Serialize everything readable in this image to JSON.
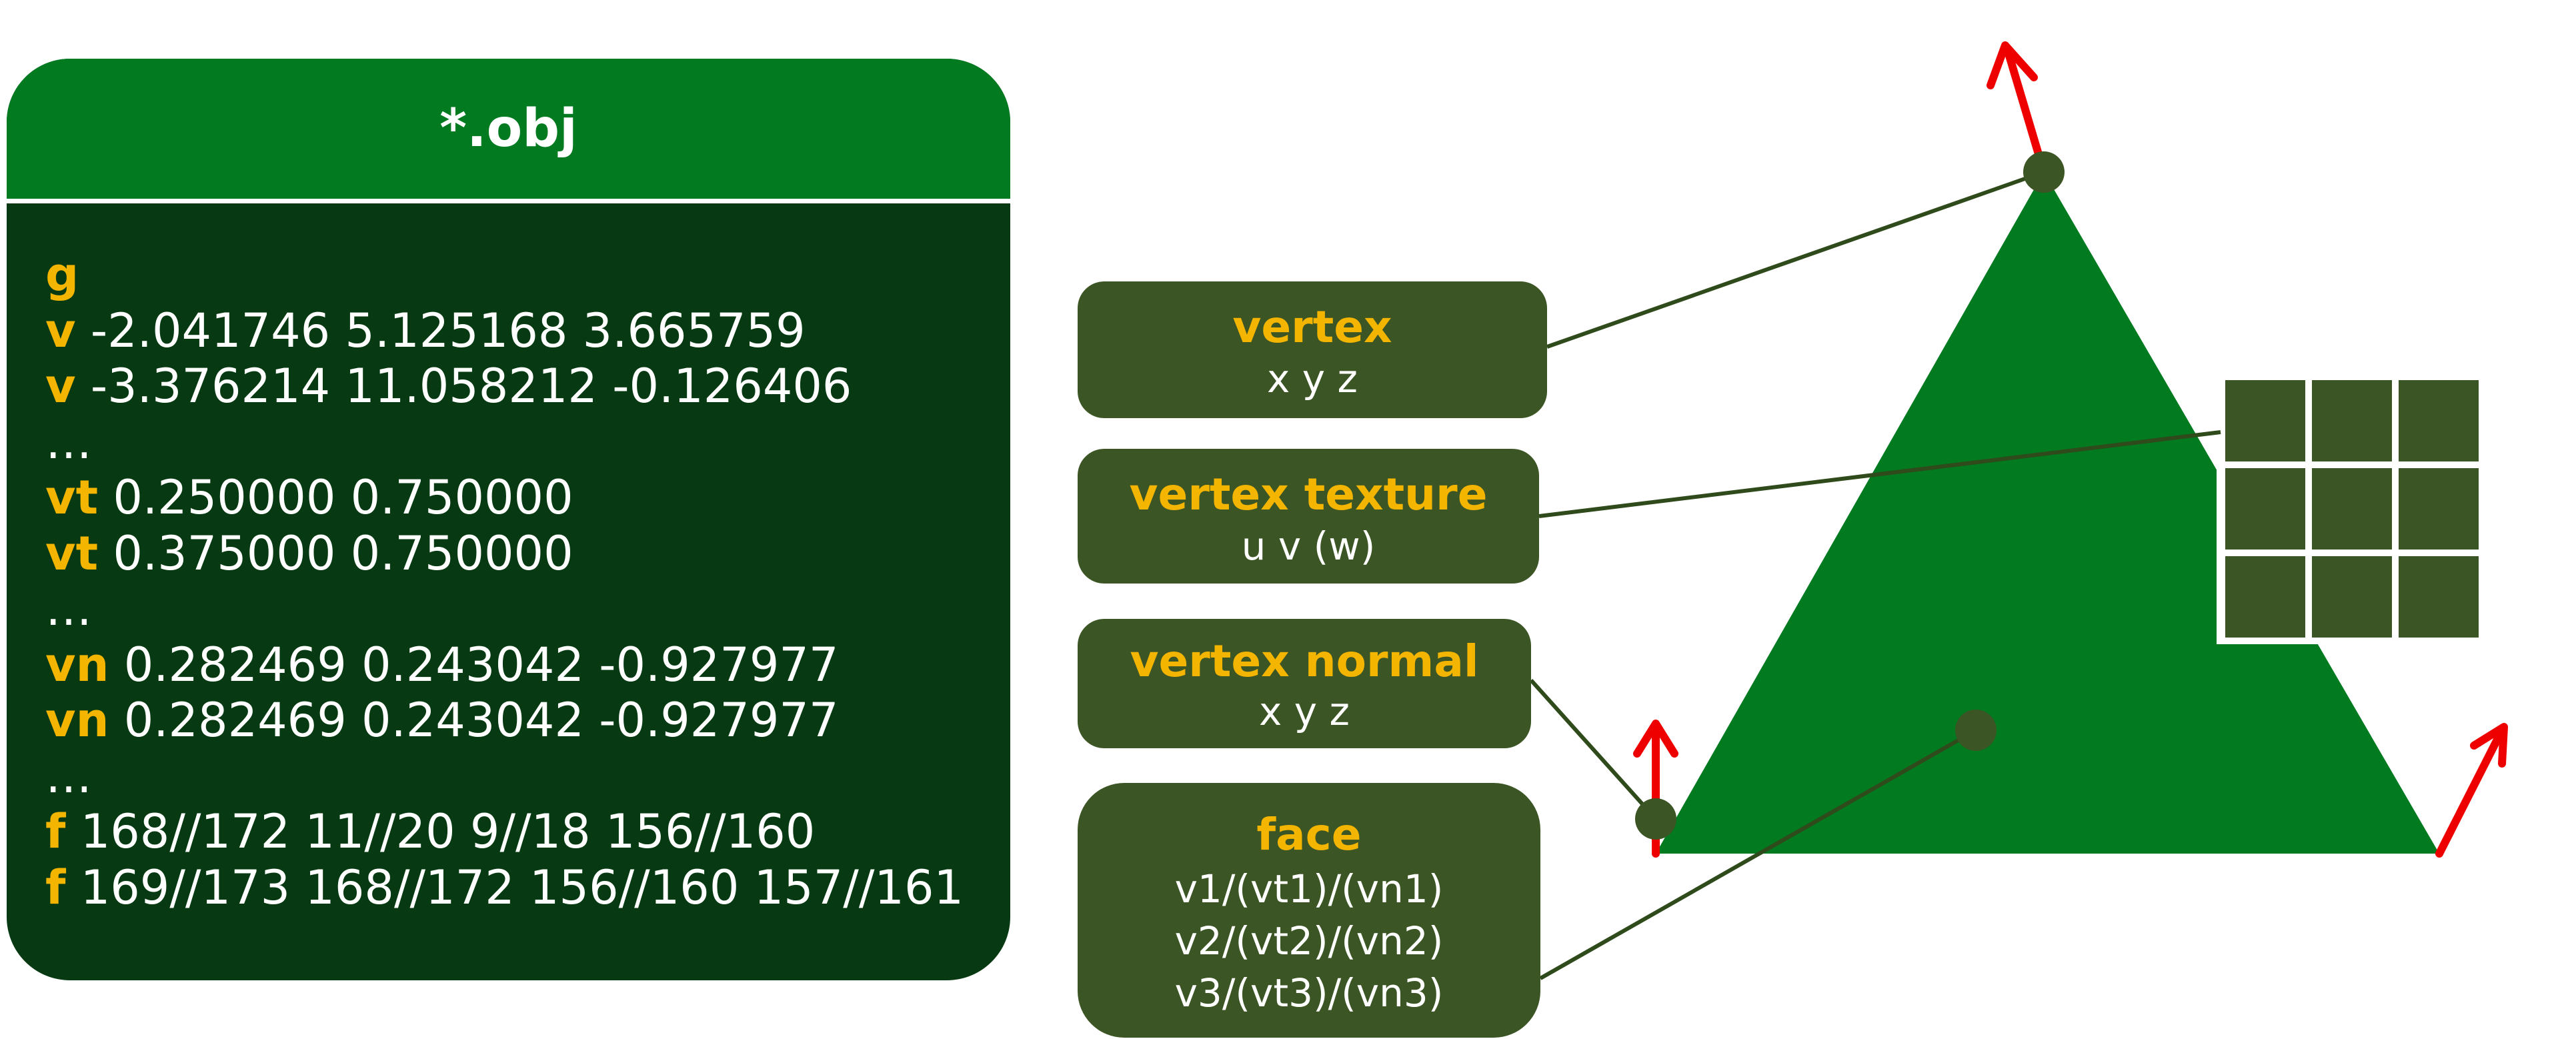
{
  "obj_file": {
    "title": "*.obj",
    "lines": [
      {
        "key": "g",
        "value": ""
      },
      {
        "key": "v",
        "value": " -2.041746 5.125168 3.665759"
      },
      {
        "key": "v",
        "value": " -3.376214 11.058212 -0.126406"
      },
      {
        "key": "",
        "value": "…"
      },
      {
        "key": "vt",
        "value": " 0.250000 0.750000"
      },
      {
        "key": "vt",
        "value": " 0.375000 0.750000"
      },
      {
        "key": "",
        "value": "…"
      },
      {
        "key": "vn",
        "value": " 0.282469 0.243042 -0.927977"
      },
      {
        "key": "vn",
        "value": " 0.282469 0.243042 -0.927977"
      },
      {
        "key": "",
        "value": "…"
      },
      {
        "key": "f",
        "value": " 168//172 11//20 9//18 156//160"
      },
      {
        "key": "f",
        "value": " 169//173 168//172 156//160 157//161"
      }
    ]
  },
  "labels": {
    "vertex": {
      "title": "vertex",
      "sub": "x y z"
    },
    "vertex_texture": {
      "title": "vertex texture",
      "sub": "u v (w)"
    },
    "vertex_normal": {
      "title": "vertex normal",
      "sub": "x y z"
    },
    "face": {
      "title": "face",
      "lines": [
        "v1/(vt1)/(vn1)",
        "v2/(vt2)/(vn2)",
        "v3/(vt3)/(vn3)"
      ]
    }
  },
  "colors": {
    "panel_background": "#073a12",
    "panel_header": "#017a20",
    "keyword": "#f3b500",
    "label_box": "#3c5525",
    "triangle": "#017a20",
    "normal_arrow": "#ee0000",
    "texture_grid": "#3c5525"
  }
}
